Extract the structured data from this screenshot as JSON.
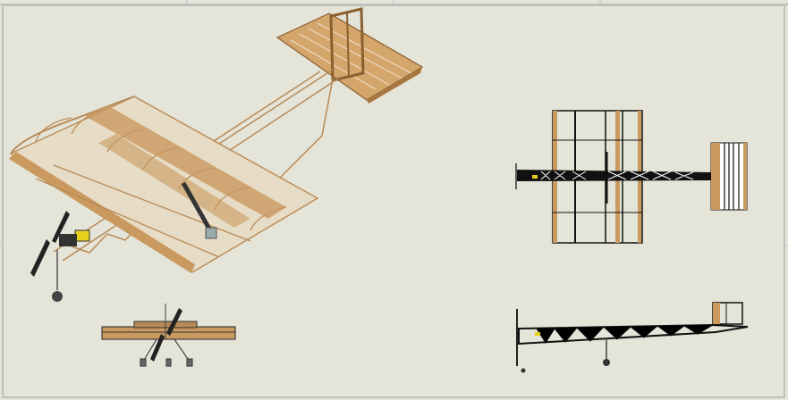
{
  "drawing": {
    "colors": {
      "background": "#e5e4d9",
      "frame": "#c0c0c0",
      "wood": "#c9995f",
      "wood_dark": "#8a6030",
      "truss": "#1a1a1a",
      "accent_yellow": "#e6d21a"
    },
    "views": [
      {
        "name": "isometric"
      },
      {
        "name": "top"
      },
      {
        "name": "front"
      },
      {
        "name": "side"
      }
    ]
  }
}
